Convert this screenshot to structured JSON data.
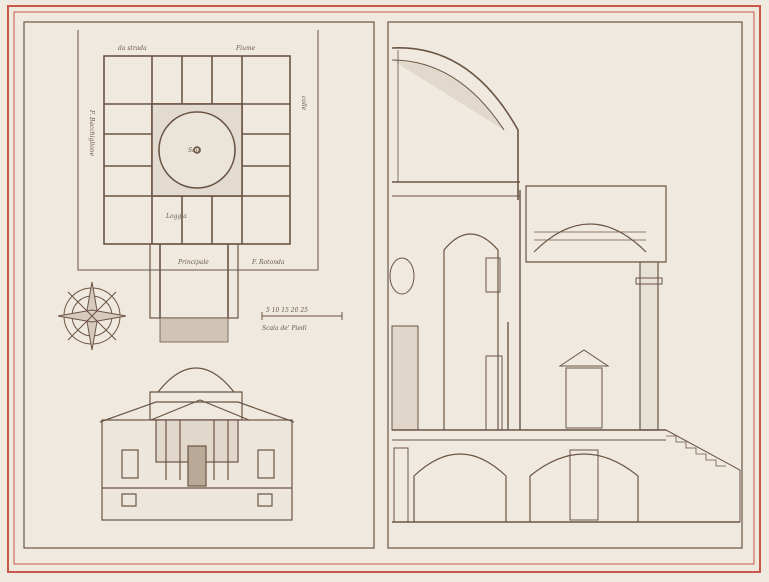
{
  "plan_labels": {
    "top_left": "da strada",
    "top_right": "Fiume",
    "right": "colle",
    "left": "F. Bacchiglione",
    "center": "Sala",
    "loggia": "Loggia",
    "bottom": "Principale",
    "bottom_right": "F. Rotonda",
    "scale_numbers": "5  10  15  20  25",
    "scale_label": "Scala de' Piedi"
  },
  "palette": {
    "paper": "#efe9df",
    "ink": "#6b5544",
    "wash": "#d9cfc3",
    "red_line": "#c9574a"
  }
}
